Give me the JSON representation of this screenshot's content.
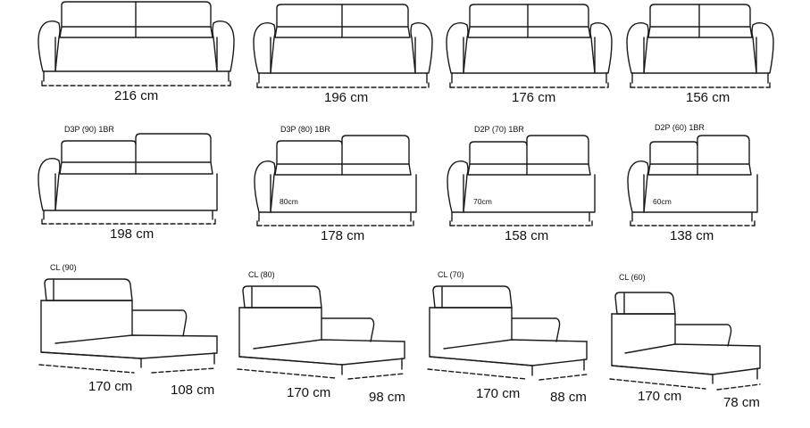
{
  "colors": {
    "line": "#1a1a1a",
    "background": "#ffffff"
  },
  "row1": {
    "items": [
      {
        "width": "216 cm"
      },
      {
        "width": "196 cm"
      },
      {
        "width": "176 cm"
      },
      {
        "width": "156 cm"
      }
    ]
  },
  "row2": {
    "items": [
      {
        "code": "D3P (90) 1BR",
        "width": "198 cm",
        "armrest": ""
      },
      {
        "code": "D3P (80) 1BR",
        "width": "178 cm",
        "armrest": "80cm"
      },
      {
        "code": "D2P (70) 1BR",
        "width": "158 cm",
        "armrest": "70cm"
      },
      {
        "code": "D2P (60) 1BR",
        "width": "138 cm",
        "armrest": "60cm"
      }
    ]
  },
  "row3": {
    "items": [
      {
        "code": "CL (90)",
        "length": "170 cm",
        "width": "108 cm"
      },
      {
        "code": "CL (80)",
        "length": "170 cm",
        "width": "98 cm"
      },
      {
        "code": "CL (70)",
        "length": "170 cm",
        "width": "88 cm"
      },
      {
        "code": "CL (60)",
        "length": "170 cm",
        "width": "78 cm"
      }
    ]
  }
}
